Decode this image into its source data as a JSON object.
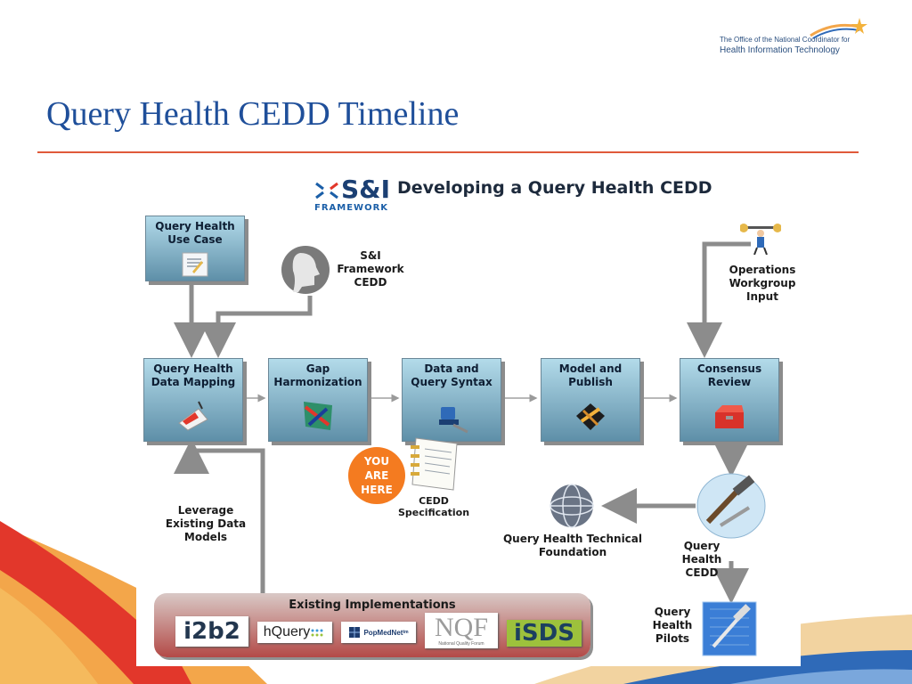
{
  "slide": {
    "title": "Query Health CEDD Timeline",
    "logo_line1": "The Office of the National Coordinator for",
    "logo_line2": "Health Information Technology"
  },
  "diagram": {
    "framework_logo": "S&I",
    "framework_logo_sub": "FRAMEWORK",
    "heading": "Developing a Query Health CEDD",
    "boxes": {
      "use_case": [
        "Query Health",
        "Use Case"
      ],
      "data_mapping": [
        "Query Health",
        "Data Mapping"
      ],
      "gap_harmonization": [
        "Gap",
        "Harmonization"
      ],
      "data_query_syntax": [
        "Data and",
        "Query Syntax"
      ],
      "model_publish": [
        "Model and",
        "Publish"
      ],
      "consensus_review": [
        "Consensus",
        "Review"
      ]
    },
    "labels": {
      "si_cedd": [
        "S&I",
        "Framework",
        "CEDD"
      ],
      "ops_input": [
        "Operations",
        "Workgroup",
        "Input"
      ],
      "leverage": [
        "Leverage",
        "Existing Data",
        "Models"
      ],
      "cedd_spec": [
        "CEDD",
        "Specification"
      ],
      "technical_foundation": [
        "Query Health Technical",
        "Foundation"
      ],
      "qh_cedd": [
        "Query",
        "Health",
        "CEDD"
      ],
      "qh_pilots": [
        "Query",
        "Health",
        "Pilots"
      ]
    },
    "you_are_here": [
      "YOU",
      "ARE",
      "HERE"
    ],
    "existing": {
      "title": "Existing Implementations",
      "i2b2": "i2b2",
      "hquery": "hQuery",
      "popmednet": "PopMedNet",
      "popmednet_tm": "tm",
      "nqf": "NQF",
      "nqf_sub": "National Quality Forum",
      "isds": "iSDS"
    }
  },
  "colors": {
    "title": "#1f4f9a",
    "rule": "#e05a3a",
    "box_top": "#b3dbea",
    "box_bottom": "#5e8fa8",
    "arrow": "#8c8c8c",
    "you_are_here": "#f47b20",
    "existing_bottom": "#b34a47"
  }
}
